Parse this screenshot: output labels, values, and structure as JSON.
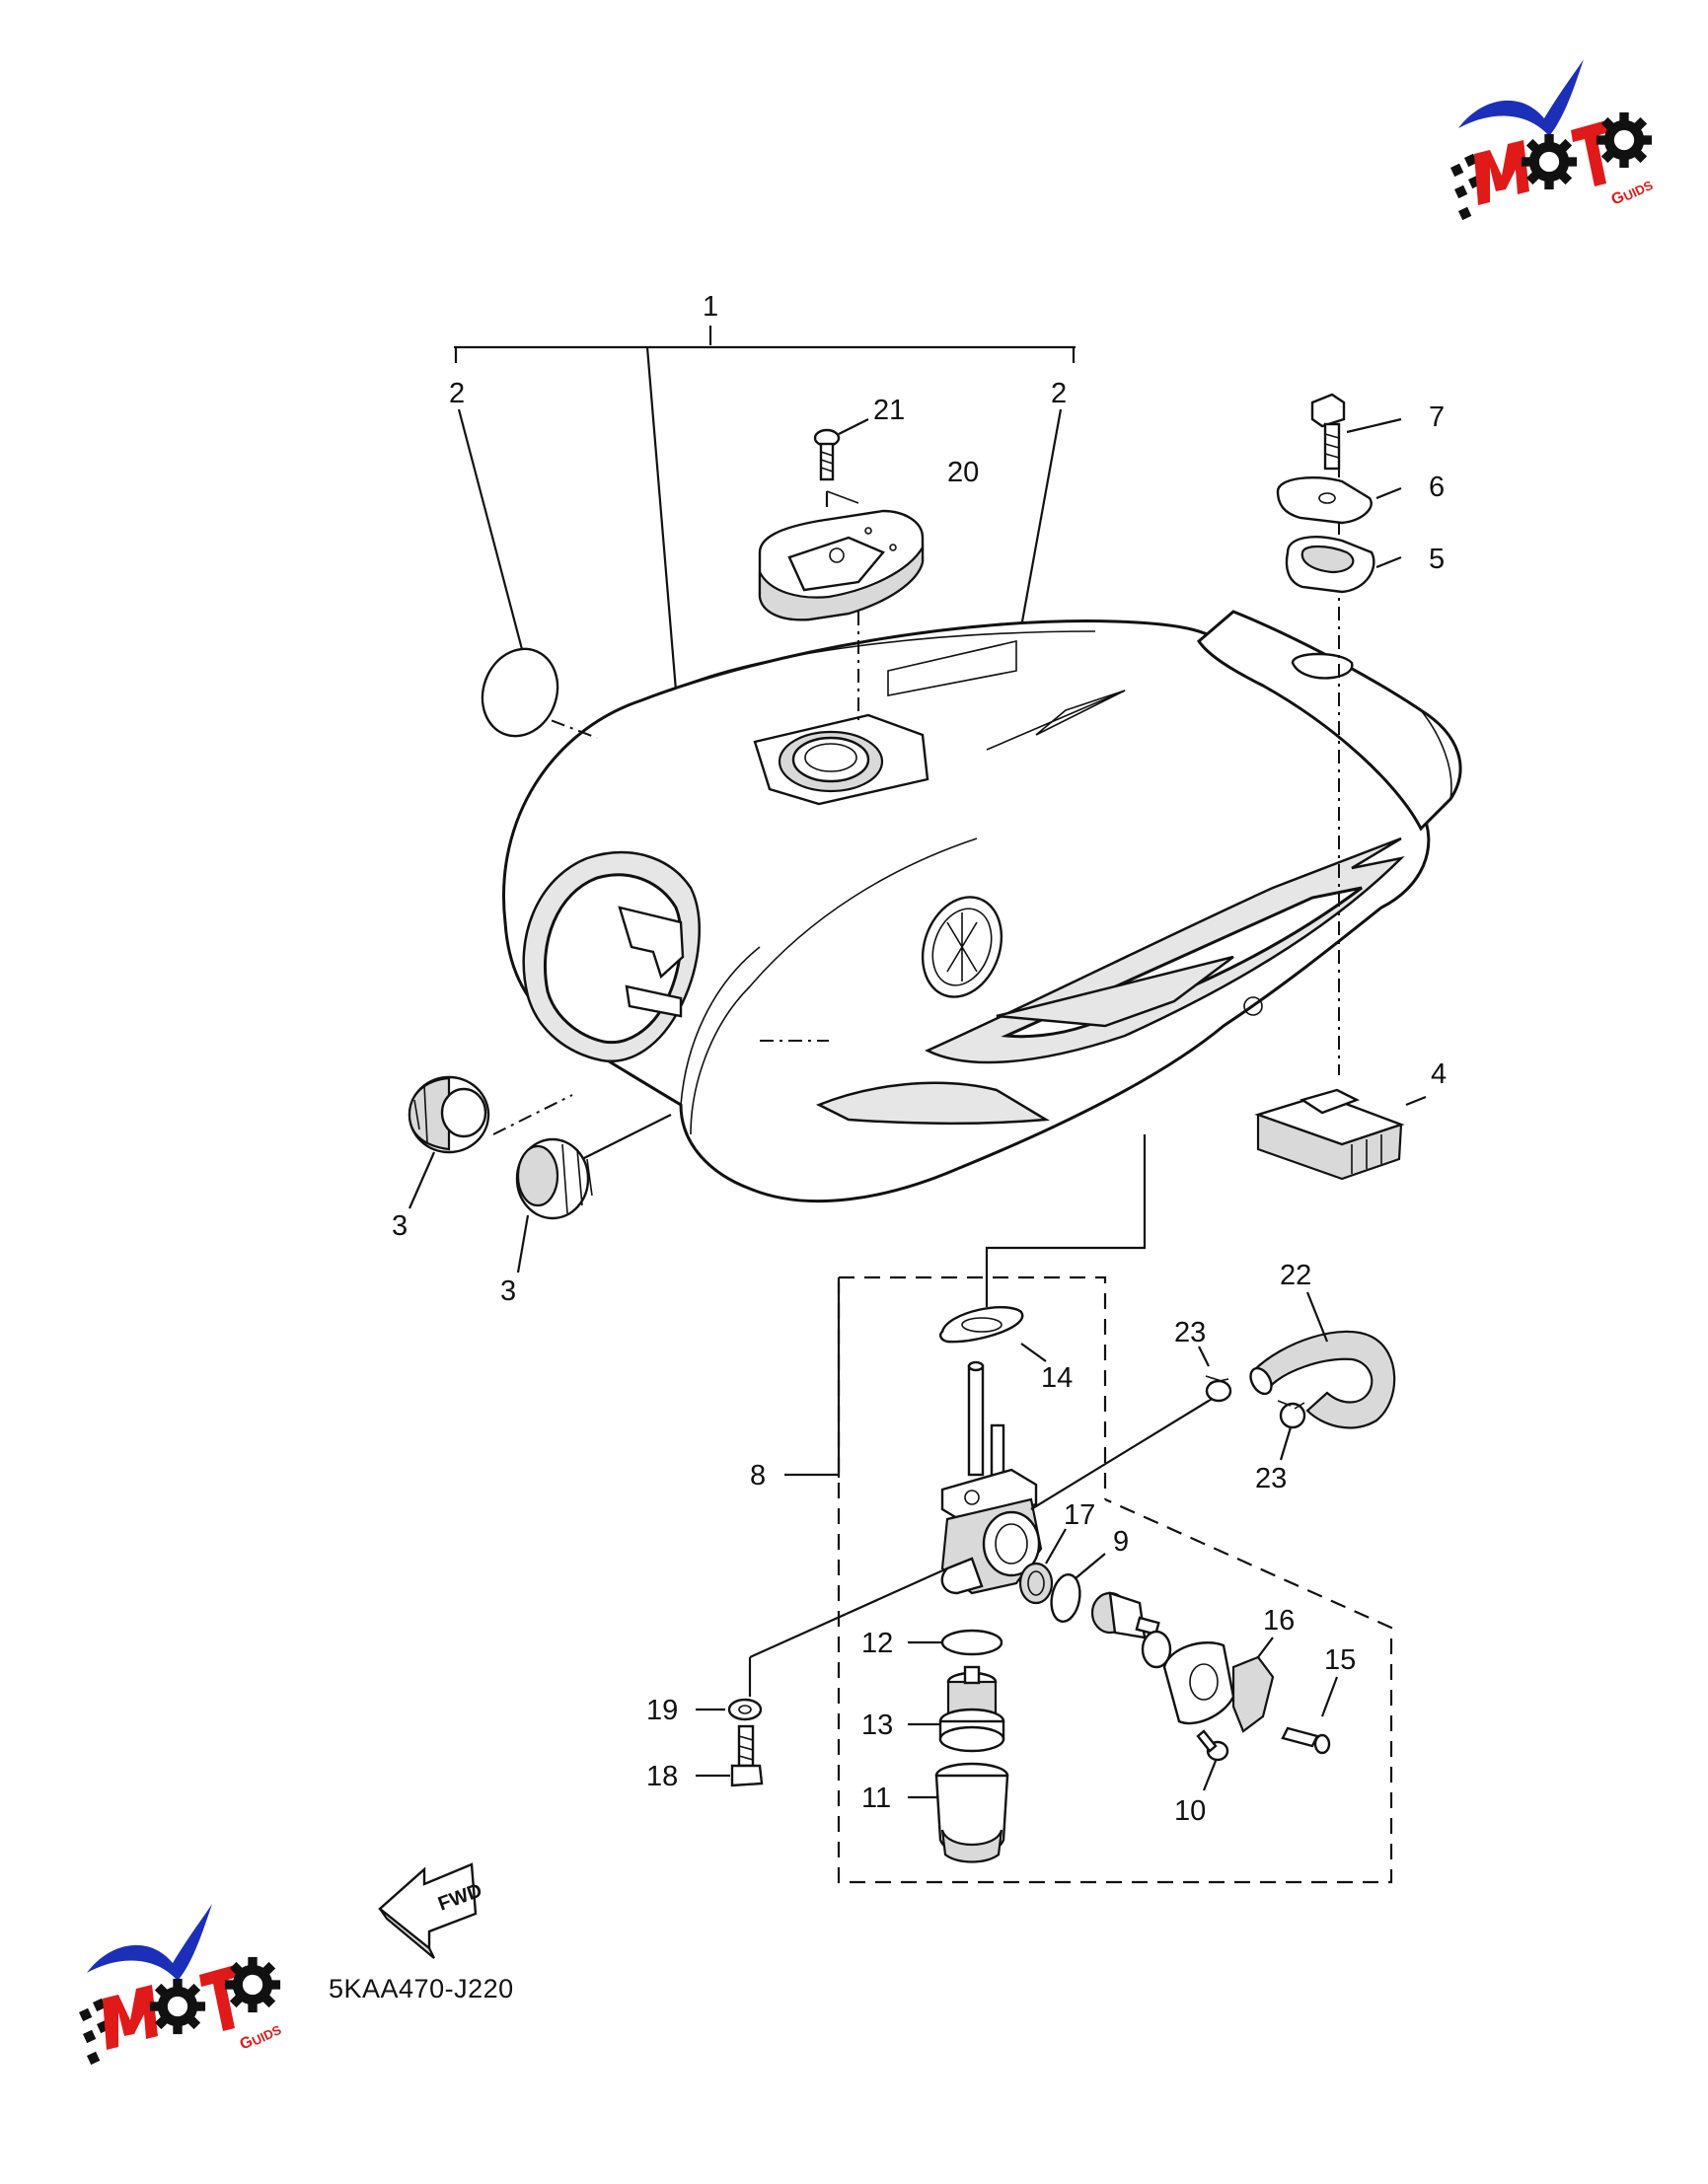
{
  "diagram": {
    "code": "5KAA470-J220",
    "fwd_label": "FWD",
    "callouts": {
      "c1": "1",
      "c2a": "2",
      "c2b": "2",
      "c3a": "3",
      "c3b": "3",
      "c4": "4",
      "c5": "5",
      "c6": "6",
      "c7": "7",
      "c8": "8",
      "c9": "9",
      "c10": "10",
      "c11": "11",
      "c12": "12",
      "c13": "13",
      "c14": "14",
      "c15": "15",
      "c16": "16",
      "c17": "17",
      "c18": "18",
      "c19": "19",
      "c20": "20",
      "c21": "21",
      "c22": "22",
      "c23a": "23",
      "c23b": "23"
    }
  },
  "logo": {
    "wordmark": "MOTO",
    "sub": "GUIDS",
    "colors": {
      "swoosh": "#1c2fb8",
      "red": "#e01919",
      "black": "#111111"
    }
  }
}
